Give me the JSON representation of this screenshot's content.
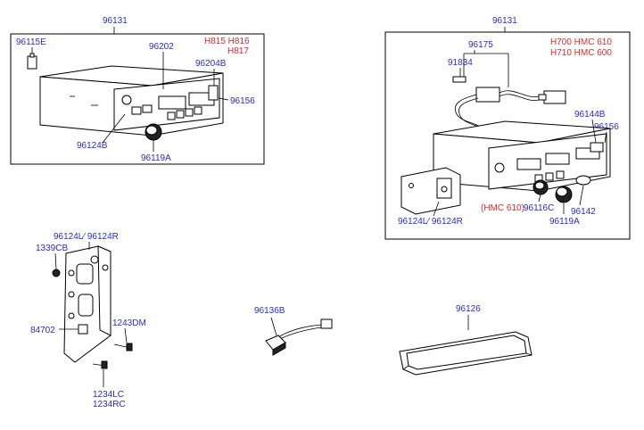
{
  "left_box": {
    "top_label": "96131",
    "labels": {
      "p96115E": "96115E",
      "p96202": "96202",
      "p96204B": "96204B",
      "p96156": "96156",
      "p96124B": "96124B",
      "p96119A": "96119A"
    },
    "variants": [
      "H815  H816",
      "H817"
    ],
    "colors": {
      "part": "#2b2bd6",
      "variant": "#e02a2a"
    }
  },
  "right_box": {
    "top_label": "96131",
    "labels": {
      "p96175": "96175",
      "p91834": "91834",
      "p96144B": "96144B",
      "p96156": "96156",
      "p96124L": "96124L⁄ 96124R",
      "p96116C": "96116C",
      "p96142": "96142",
      "p96119A": "96119A"
    },
    "variants": [
      "H700  HMC  610",
      "H710  HMC  600"
    ],
    "note": "(HMC  610)"
  },
  "bracket": {
    "labels": {
      "p96124L": "96124L⁄ 96124R",
      "p1339CB": "1339CB",
      "p84702": "84702",
      "p1243DM": "1243DM",
      "p1234LC": "1234LC",
      "p1234RC": "1234RC"
    }
  },
  "connector": {
    "label": "96136B"
  },
  "bezel": {
    "label": "96126"
  }
}
